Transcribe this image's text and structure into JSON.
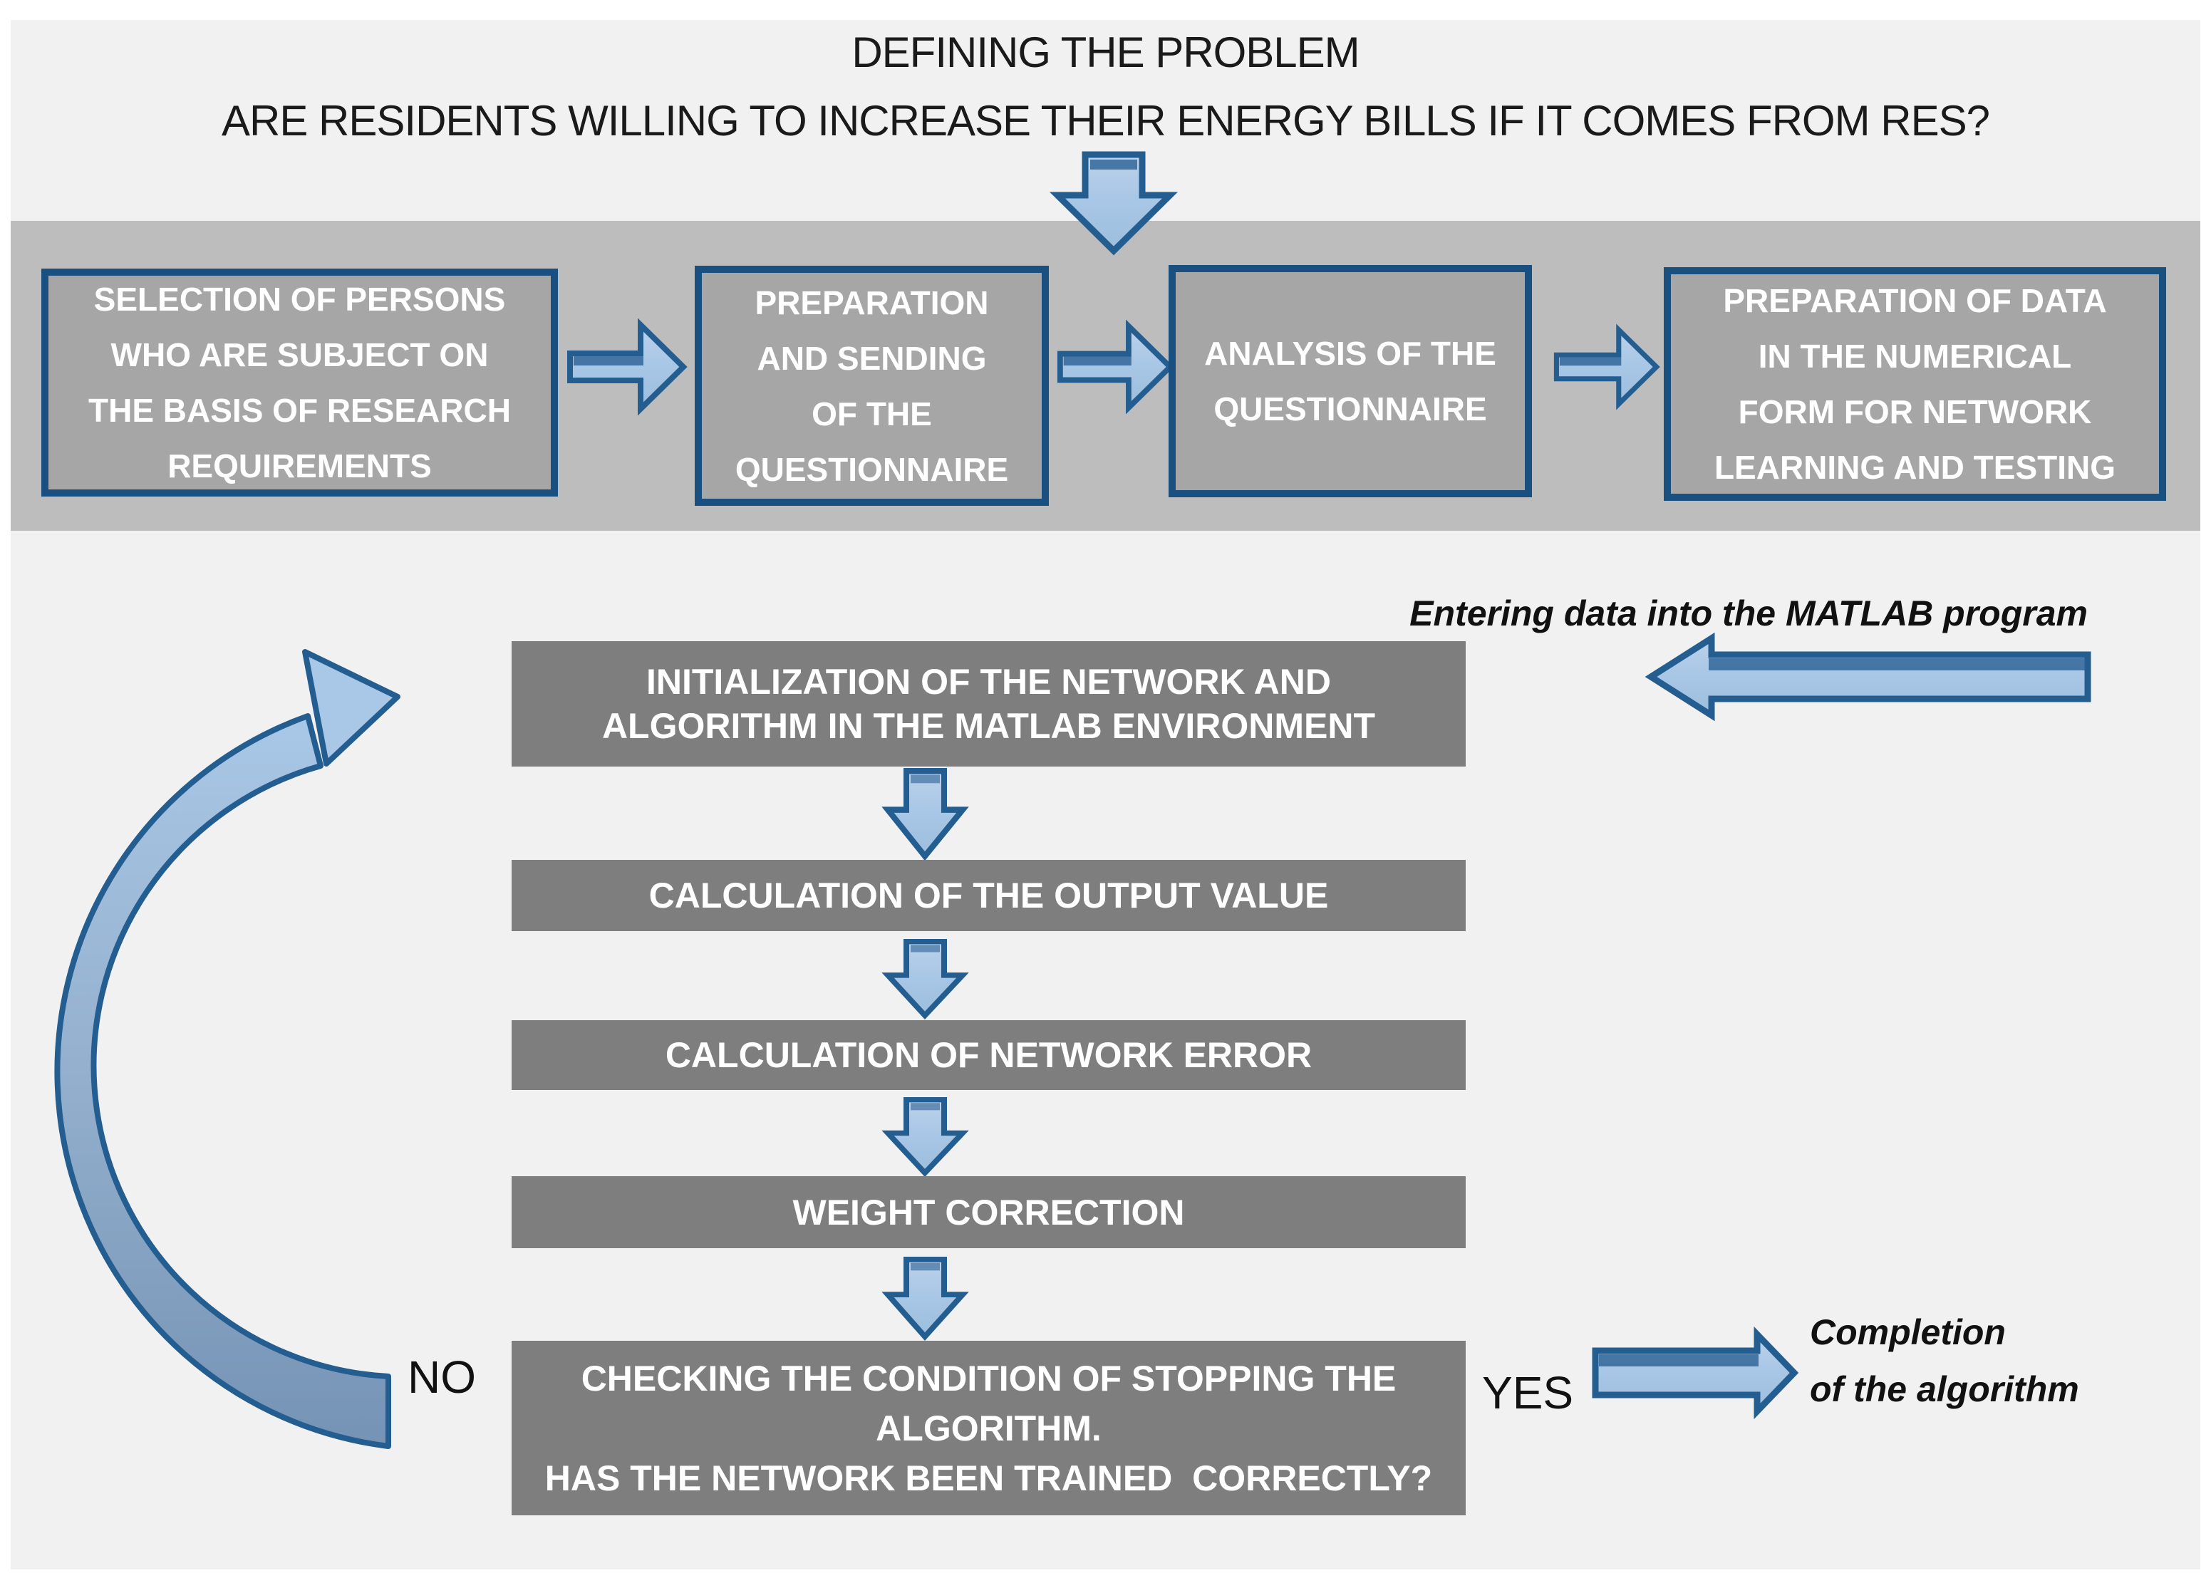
{
  "title": {
    "line1": "DEFINING THE PROBLEM",
    "line2": "ARE RESIDENTS WILLING TO INCREASE THEIR ENERGY BILLS IF IT COMES FROM RES?"
  },
  "survey_phase": {
    "boxes": [
      {
        "lines": [
          "SELECTION OF PERSONS",
          "WHO ARE SUBJECT ON",
          "THE BASIS OF RESEARCH",
          "REQUIREMENTS"
        ]
      },
      {
        "lines": [
          "PREPARATION",
          "AND SENDING",
          "OF THE",
          "QUESTIONNAIRE"
        ]
      },
      {
        "lines": [
          "ANALYSIS OF THE",
          "QUESTIONNAIRE"
        ]
      },
      {
        "lines": [
          "PREPARATION OF DATA",
          "IN THE NUMERICAL",
          "FORM FOR NETWORK",
          "LEARNING AND TESTING"
        ]
      }
    ]
  },
  "matlab_note": "Entering data into the MATLAB program",
  "flow": {
    "steps": [
      {
        "lines": [
          "INITIALIZATION OF THE NETWORK AND",
          "ALGORITHM IN THE MATLAB ENVIRONMENT"
        ]
      },
      {
        "lines": [
          "CALCULATION OF THE OUTPUT VALUE"
        ]
      },
      {
        "lines": [
          "CALCULATION OF NETWORK ERROR"
        ]
      },
      {
        "lines": [
          "WEIGHT CORRECTION"
        ]
      },
      {
        "lines": [
          "CHECKING THE CONDITION OF STOPPING THE",
          "ALGORITHM.",
          "HAS THE NETWORK BEEN TRAINED  CORRECTLY?"
        ]
      }
    ]
  },
  "labels": {
    "no": "NO",
    "yes": "YES",
    "completion_line1": "Completion",
    "completion_line2": "of the algorithm"
  },
  "colors": {
    "page_background": "#f1f1f1",
    "band_gray": "#bdbdbd",
    "phase_box_fill": "#a6a6a6",
    "phase_box_border": "#1a5080",
    "step_box_fill": "#7e7e7e",
    "arrow_fill_light": "#a9c7e6",
    "arrow_stroke": "#245d90",
    "arrow_shade_dark": "#2b6094",
    "curve_steel": "#7593b5",
    "text_dark": "#1a1a1a"
  }
}
